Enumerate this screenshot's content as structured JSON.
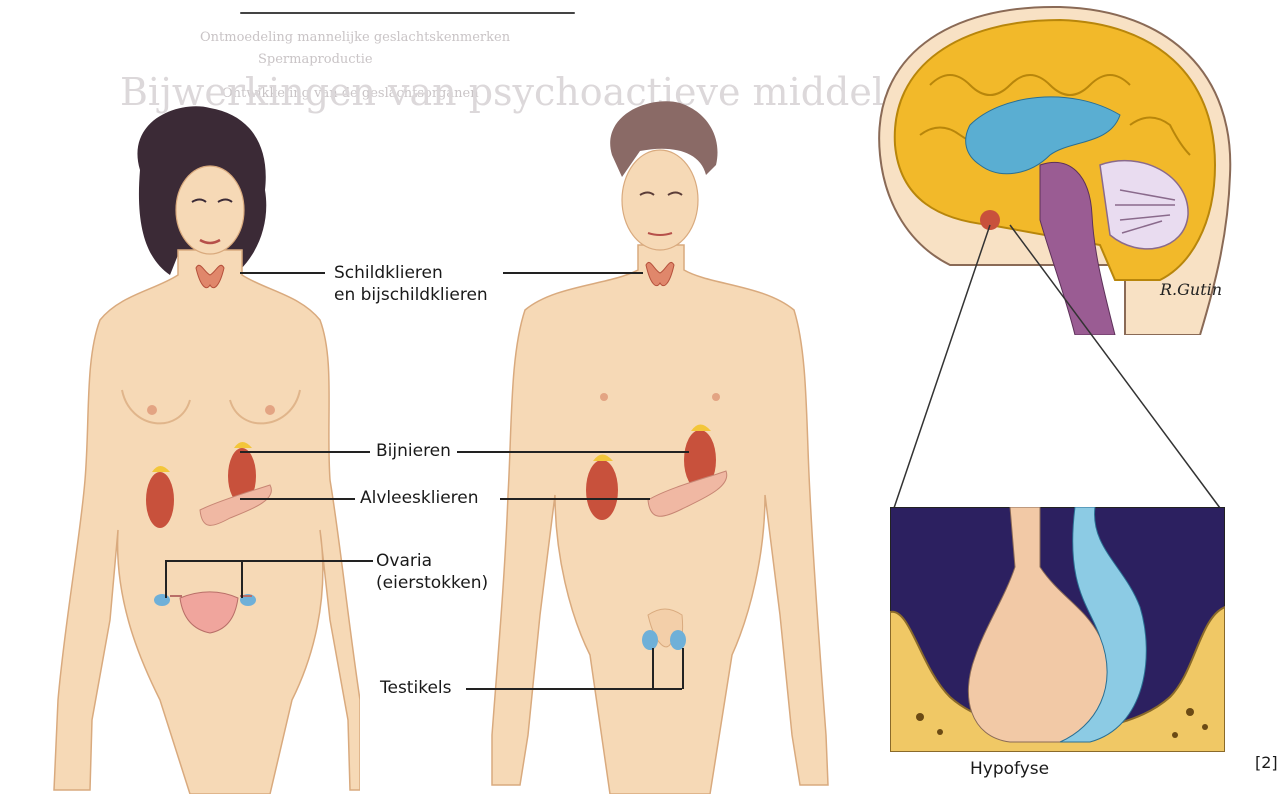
{
  "figure": {
    "labels": {
      "thyroid_line1": "Schildklieren",
      "thyroid_line2": "en bijschildklieren",
      "adrenal": "Bijnieren",
      "pancreas": "Alvleesklieren",
      "ovaries_line1": "Ovaria",
      "ovaries_line2": "(eierstokken)",
      "testes": "Testikels",
      "pituitary": "Hypofyse"
    },
    "reference": "[2]",
    "illustrator_signature": "R.Gutin"
  },
  "background_text": {
    "top_line1": "Ontmoedeling mannelijke geslachtskenmerken",
    "top_line2": "Spermaproductie",
    "top_line3": "Ontwikkeling van de geslachtsorganen",
    "heading": "Bijwerkingen van psychoactieve middelen"
  },
  "colors": {
    "skin": "#f6d9b6",
    "skin_shadow": "#e8bf93",
    "hair_female": "#3b2a36",
    "hair_male": "#8a6a66",
    "brain": "#f2b92a",
    "ventricle": "#5aaed2",
    "pituitary_bg": "#2c2060",
    "organ_red": "#c8513c",
    "adrenal_yellow": "#f3c63a",
    "ovary_blue": "#6fb0d8"
  }
}
